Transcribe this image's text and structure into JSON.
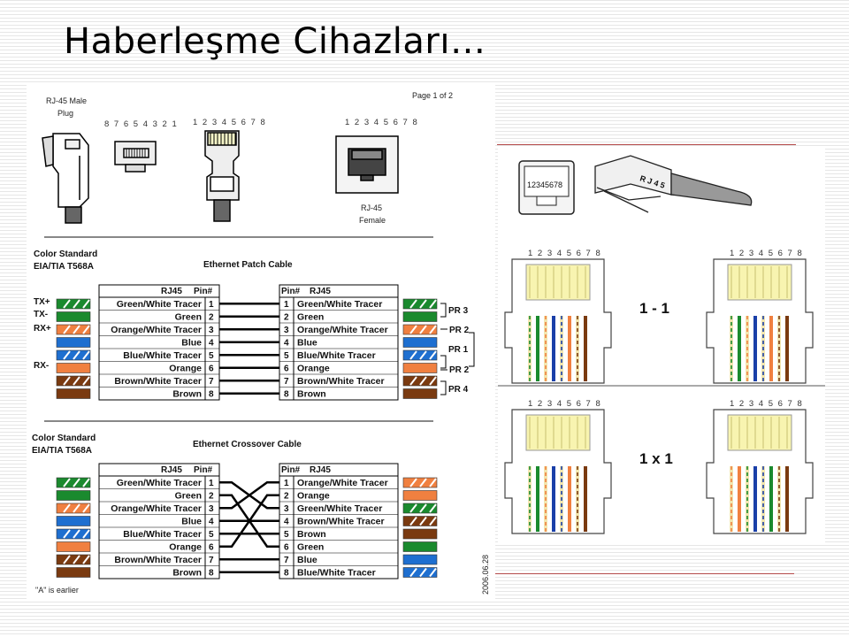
{
  "slide": {
    "title": "Haberleşme Cihazları…"
  },
  "left_figure": {
    "page": "Page 1 of 2",
    "plug_label": [
      "RJ-45 Male",
      "Plug"
    ],
    "pins_desc": "8 7 6 5 4 3 2 1",
    "pins_asc": "1 2 3 4 5 6 7 8",
    "female_pins": "1 2 3 4 5 6 7 8",
    "female_label": [
      "RJ-45",
      "Female"
    ],
    "standard": [
      "Color Standard",
      "EIA/TIA T568A"
    ],
    "patch_title": "Ethernet Patch Cable",
    "crossover_title": "Ethernet Crossover Cable",
    "hdr_left": "RJ45",
    "hdr_pin": "Pin#",
    "hdr_right": "RJ45",
    "signals": [
      "TX+",
      "TX-",
      "RX+",
      "RX-"
    ],
    "pairs": [
      "PR 3",
      "PR 2",
      "PR 1",
      "PR 2",
      "PR 4"
    ],
    "note": "\"A\" is earlier",
    "date": "2006.06.28",
    "patch_left": [
      "Green/White Tracer",
      "Green",
      "Orange/White Tracer",
      "Blue",
      "Blue/White Tracer",
      "Orange",
      "Brown/White Tracer",
      "Brown"
    ],
    "patch_right": [
      "Green/White Tracer",
      "Green",
      "Orange/White Tracer",
      "Blue",
      "Blue/White Tracer",
      "Orange",
      "Brown/White Tracer",
      "Brown"
    ],
    "cross_left": [
      "Green/White Tracer",
      "Green",
      "Orange/White Tracer",
      "Blue",
      "Blue/White Tracer",
      "Orange",
      "Brown/White Tracer",
      "Brown"
    ],
    "cross_right": [
      "Orange/White Tracer",
      "Orange",
      "Green/White Tracer",
      "Brown/White Tracer",
      "Brown",
      "Green",
      "Blue",
      "Blue/White Tracer"
    ],
    "pin_numbers": [
      "1",
      "2",
      "3",
      "4",
      "5",
      "6",
      "7",
      "8"
    ]
  },
  "right_figure": {
    "socket_digits": "12345678",
    "plug_text": "R J 4 5",
    "pin_header": "1 2 3 4 5 6 7 8",
    "straight_label": "1 - 1",
    "cross_label": "1 x 1"
  },
  "colors": {
    "green": "#1a8a2e",
    "orange": "#f08040",
    "blue": "#1e6fd0",
    "brown": "#7a3a10",
    "accent_line": "#b44a4a"
  }
}
